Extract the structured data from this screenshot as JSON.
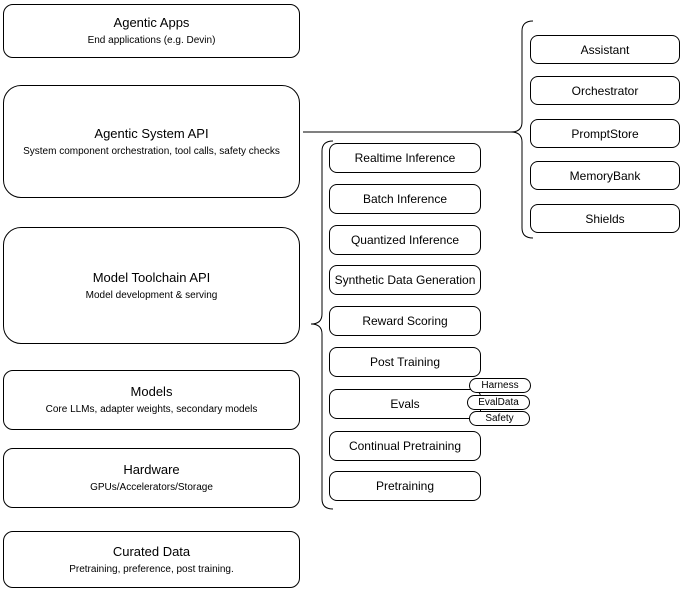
{
  "diagram": {
    "left_stack": [
      {
        "title": "Agentic Apps",
        "subtitle": "End applications (e.g. Devin)"
      },
      {
        "title": "Agentic System API",
        "subtitle": "System component orchestration, tool calls, safety checks"
      },
      {
        "title": "Model Toolchain API",
        "subtitle": "Model development & serving"
      },
      {
        "title": "Models",
        "subtitle": "Core LLMs, adapter weights, secondary models"
      },
      {
        "title": "Hardware",
        "subtitle": "GPUs/Accelerators/Storage"
      },
      {
        "title": "Curated Data",
        "subtitle": "Pretraining, preference, post training."
      }
    ],
    "toolchain_items": [
      "Realtime Inference",
      "Batch Inference",
      "Quantized Inference",
      "Synthetic Data Generation",
      "Reward Scoring",
      "Post Training",
      "Evals",
      "Continual Pretraining",
      "Pretraining"
    ],
    "eval_tags": [
      "Harness",
      "EvalData",
      "Safety"
    ],
    "system_components": [
      "Assistant",
      "Orchestrator",
      "PromptStore",
      "MemoryBank",
      "Shields"
    ],
    "colors": {
      "stroke": "#000000",
      "fill": "#ffffff",
      "text": "#000000"
    }
  }
}
